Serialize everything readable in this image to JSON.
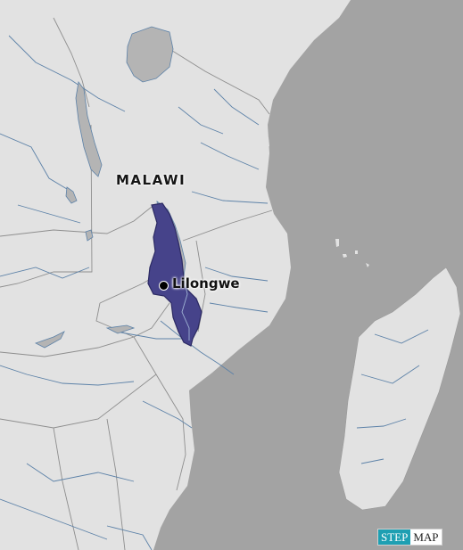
{
  "map": {
    "country_label": "MALAWI",
    "capital_label": "Lilongwe",
    "colors": {
      "ocean": "#a3a3a3",
      "land": "#e2e2e2",
      "lake": "#b4b4b4",
      "river": "#5d82a8",
      "border": "#8e8e8e",
      "highlight": "#46438a",
      "highlight_outline": "#2c2a63"
    }
  },
  "logo": {
    "part1": "STEP",
    "part2": "MAP"
  }
}
